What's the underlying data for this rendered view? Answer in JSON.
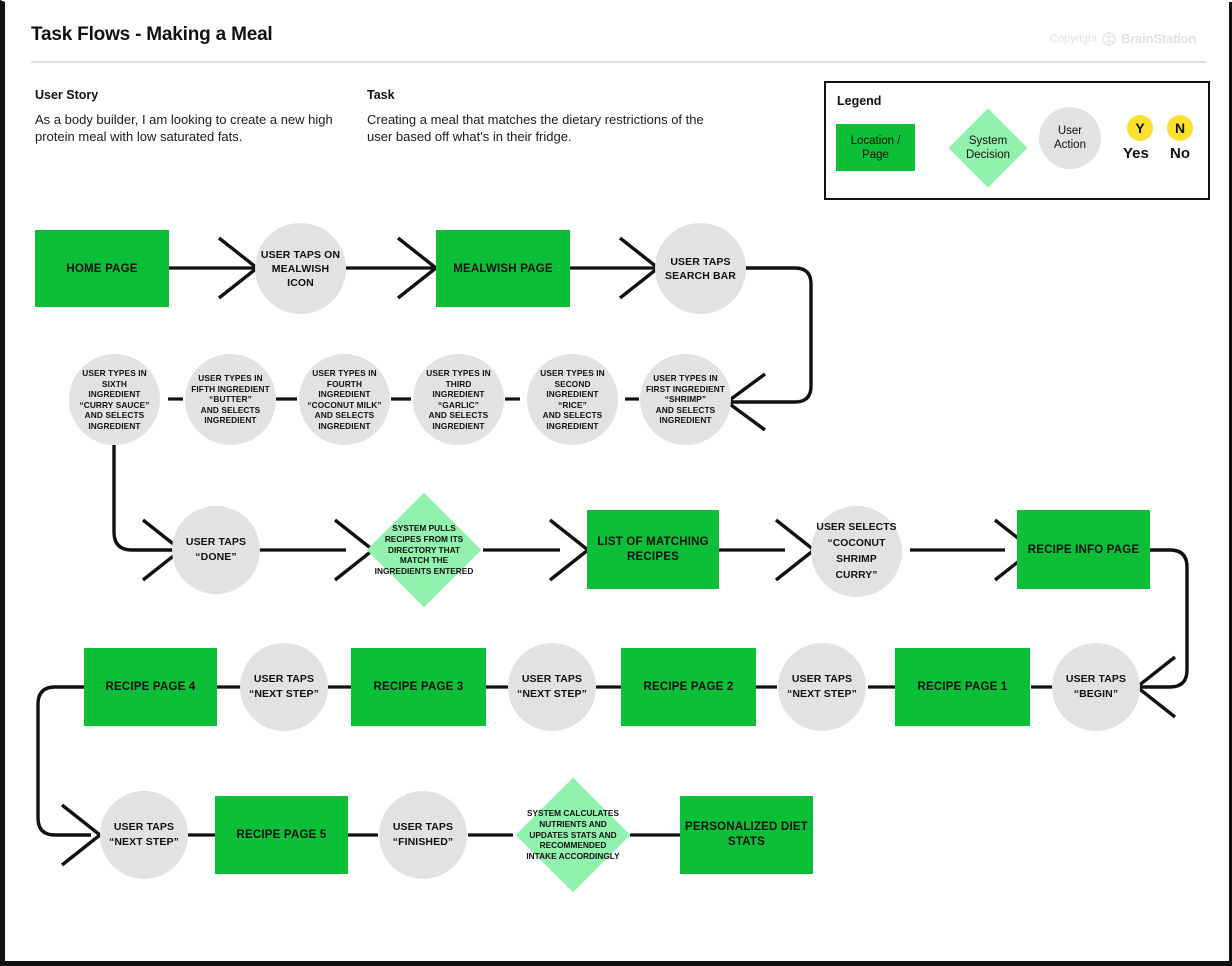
{
  "header": {
    "title": "Task Flows - Making a Meal",
    "copyright_label": "Copyright",
    "brand_name": "BrainStation",
    "brand_icon": "brain-icon"
  },
  "intro": {
    "story_label": "User Story",
    "story_text": "As a body builder, I am looking to create a new high protein meal with low saturated fats.",
    "task_label": "Task",
    "task_text": "Creating a meal that matches the dietary restrictions of the user based off what's in their fridge."
  },
  "legend": {
    "title": "Legend",
    "location_page": "Location /\nPage",
    "system_decision": "System\nDecision",
    "user_action": "User\nAction",
    "yes_badge": "Y",
    "no_badge": "N",
    "yes_label": "Yes",
    "no_label": "No"
  },
  "colors": {
    "page": "#0cbe38",
    "decision": "#90f2ad",
    "action": "#e2e2e2",
    "badge": "#fbe232",
    "stroke": "#111111",
    "rule": "#dedede",
    "brand": "#e2e2e2"
  },
  "flow": {
    "row1": {
      "home_page": "HOME PAGE",
      "tap_mealwish_icon": "USER TAPS ON\nMEALWISH\nICON",
      "mealwish_page": "MEALWISH PAGE",
      "tap_search_bar": "USER TAPS\nSEARCH BAR"
    },
    "row2": {
      "ingredient_six": "USER TYPES IN\nSIXTH\nINGREDIENT\n“CURRY SAUCE”\nAND SELECTS\nINGREDIENT",
      "ingredient_five": "USER TYPES IN\nFIFTH INGREDIENT\n“BUTTER”\nAND SELECTS\nINGREDIENT",
      "ingredient_four": "USER TYPES IN\nFOURTH\nINGREDIENT\n“COCONUT MILK”\nAND SELECTS\nINGREDIENT",
      "ingredient_three": "USER TYPES IN\nTHIRD\nINGREDIENT\n“GARLIC”\nAND SELECTS\nINGREDIENT",
      "ingredient_two": "USER TYPES IN\nSECOND\nINGREDIENT\n“RICE”\nAND SELECTS\nINGREDIENT",
      "ingredient_one": "USER TYPES IN\nFIRST INGREDIENT\n“SHRIMP”\nAND SELECTS\nINGREDIENT"
    },
    "row3": {
      "tap_done": "USER TAPS\n“DONE”",
      "system_pulls": "SYSTEM PULLS\nRECIPES FROM ITS\nDIRECTORY THAT\nMATCH THE\nINGREDIENTS ENTERED",
      "matching_recipes": "LIST OF MATCHING\nRECIPES",
      "select_recipe": "USER SELECTS\n“COCONUT\nSHRIMP\nCURRY”",
      "recipe_info_page": "RECIPE INFO PAGE"
    },
    "row4": {
      "recipe_page_4": "RECIPE PAGE 4",
      "next_step_c": "USER TAPS\n“NEXT STEP”",
      "recipe_page_3": "RECIPE PAGE 3",
      "next_step_b": "USER TAPS\n“NEXT STEP”",
      "recipe_page_2": "RECIPE PAGE 2",
      "next_step_a": "USER TAPS\n“NEXT STEP”",
      "recipe_page_1": "RECIPE PAGE 1",
      "tap_begin": "USER TAPS\n“BEGIN”"
    },
    "row5": {
      "next_step_d": "USER TAPS\n“NEXT STEP”",
      "recipe_page_5": "RECIPE PAGE 5",
      "tap_finished": "USER TAPS\n“FINISHED”",
      "system_calculates": "SYSTEM CALCULATES\nNUTRIENTS AND\nUPDATES STATS AND\nRECOMMENDED\nINTAKE ACCORDINGLY",
      "diet_stats": "PERSONALIZED DIET\nSTATS"
    }
  }
}
